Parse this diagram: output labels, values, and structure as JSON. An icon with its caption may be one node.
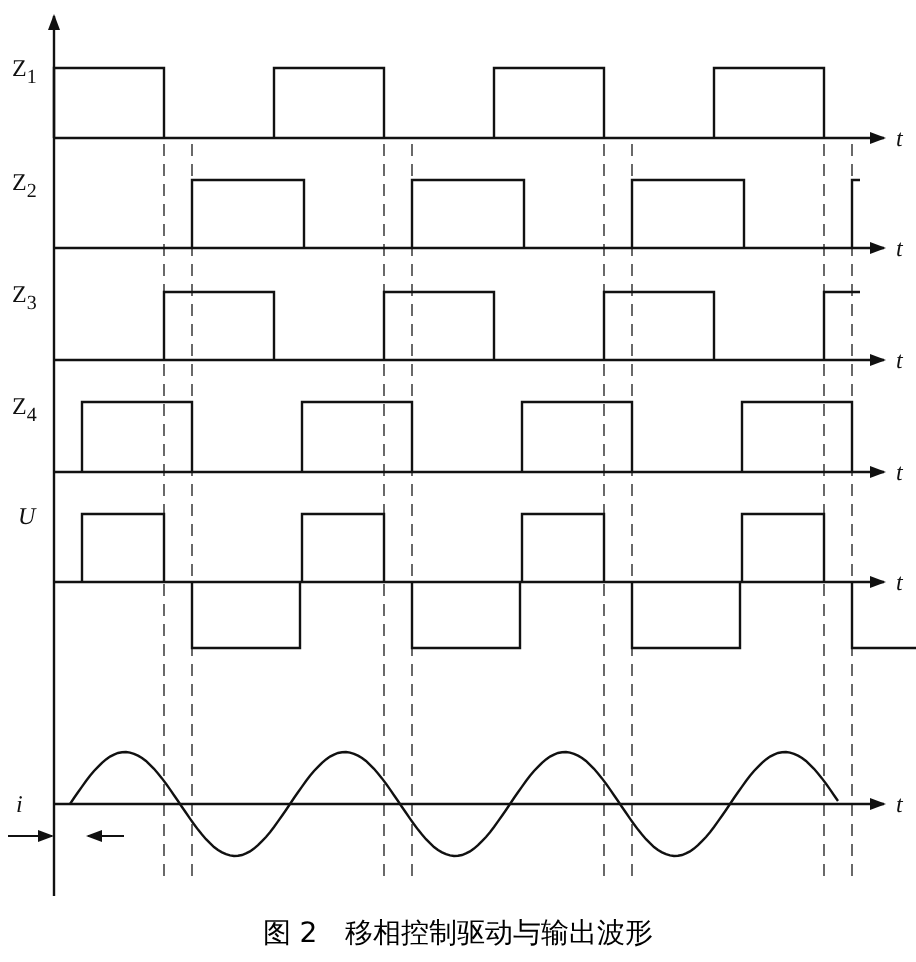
{
  "diagram": {
    "caption": "图 2　移相控制驱动与输出波形",
    "labels": [
      "Z$_{1}$",
      "t",
      "Z$_{2}$",
      "t",
      "Z$_{3}$",
      "t",
      "Z$_{4}$",
      "t",
      "U",
      "t",
      "i",
      "t"
    ]
  }
}
